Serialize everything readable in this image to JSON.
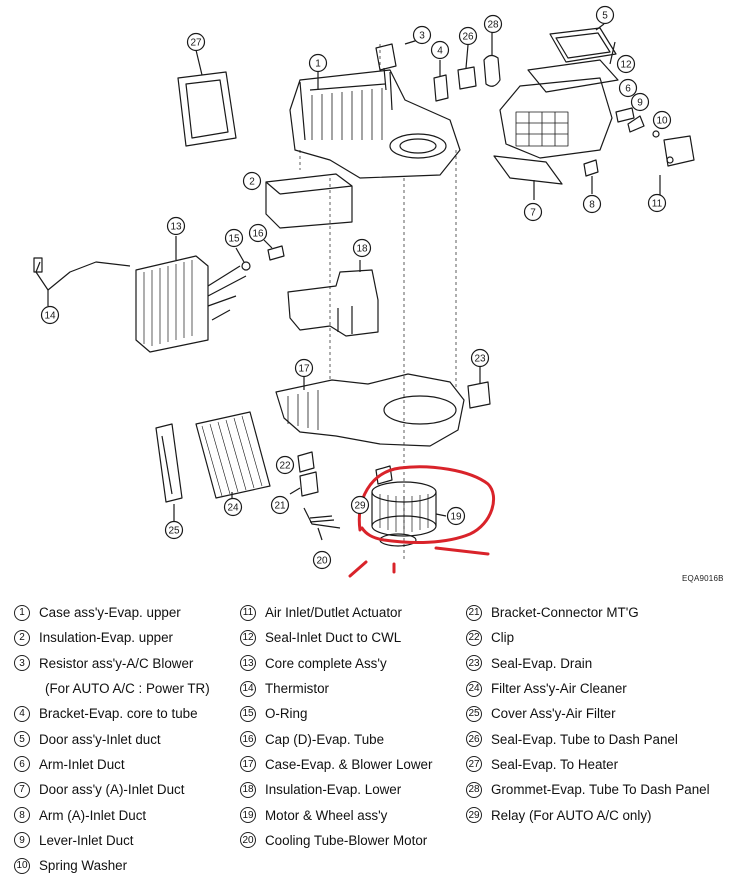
{
  "diagram_code": "EQA9016B",
  "callouts": [
    "1",
    "2",
    "3",
    "4",
    "5",
    "6",
    "7",
    "8",
    "9",
    "10",
    "11",
    "12",
    "13",
    "14",
    "15",
    "16",
    "17",
    "18",
    "19",
    "20",
    "21",
    "22",
    "23",
    "24",
    "25",
    "26",
    "27",
    "28",
    "29"
  ],
  "legend": {
    "col1": [
      {
        "num": "1",
        "text": "Case ass'y-Evap. upper"
      },
      {
        "num": "2",
        "text": "Insulation-Evap. upper"
      },
      {
        "num": "3",
        "text": "Resistor ass'y-A/C Blower"
      },
      {
        "num": "",
        "text": "(For AUTO A/C : Power TR)"
      },
      {
        "num": "4",
        "text": "Bracket-Evap. core to tube"
      },
      {
        "num": "5",
        "text": "Door ass'y-Inlet duct"
      },
      {
        "num": "6",
        "text": "Arm-Inlet Duct"
      },
      {
        "num": "7",
        "text": "Door ass'y (A)-Inlet Duct"
      },
      {
        "num": "8",
        "text": "Arm (A)-Inlet Duct"
      },
      {
        "num": "9",
        "text": "Lever-Inlet Duct"
      },
      {
        "num": "10",
        "text": "Spring Washer"
      }
    ],
    "col2": [
      {
        "num": "11",
        "text": "Air Inlet/Dutlet Actuator"
      },
      {
        "num": "12",
        "text": "Seal-Inlet Duct to CWL"
      },
      {
        "num": "13",
        "text": "Core complete Ass'y"
      },
      {
        "num": "14",
        "text": "Thermistor"
      },
      {
        "num": "15",
        "text": "O-Ring"
      },
      {
        "num": "16",
        "text": "Cap (D)-Evap. Tube"
      },
      {
        "num": "17",
        "text": "Case-Evap. & Blower Lower"
      },
      {
        "num": "18",
        "text": "Insulation-Evap. Lower"
      },
      {
        "num": "19",
        "text": "Motor & Wheel ass'y"
      },
      {
        "num": "20",
        "text": "Cooling Tube-Blower Motor"
      }
    ],
    "col3": [
      {
        "num": "21",
        "text": "Bracket-Connector MT'G"
      },
      {
        "num": "22",
        "text": "Clip"
      },
      {
        "num": "23",
        "text": "Seal-Evap. Drain"
      },
      {
        "num": "24",
        "text": "Filter Ass'y-Air Cleaner"
      },
      {
        "num": "25",
        "text": "Cover Ass'y-Air Filter"
      },
      {
        "num": "26",
        "text": "Seal-Evap. Tube to Dash Panel"
      },
      {
        "num": "27",
        "text": "Seal-Evap. To Heater"
      },
      {
        "num": "28",
        "text": "Grommet-Evap. Tube To Dash Panel"
      },
      {
        "num": "29",
        "text": "Relay (For AUTO A/C only)"
      }
    ]
  },
  "colors": {
    "ink": "#1a1a1a",
    "annotation": "#d9232a",
    "paper": "#ffffff"
  }
}
